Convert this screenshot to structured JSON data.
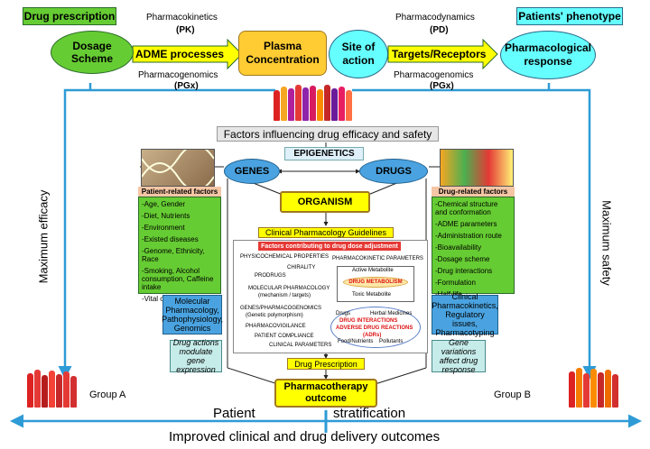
{
  "top": {
    "drug_prescription": "Drug prescription",
    "dosage_scheme": "Dosage Scheme",
    "pk_label": "Pharmacokinetics",
    "pk_abbr": "(PK)",
    "adme": "ADME processes",
    "pgx_label_left": "Pharmacogenomics",
    "pgx_abbr_left": "(PGx)",
    "plasma": "Plasma Concentration",
    "site": "Site of action",
    "pd_label": "Pharmacodynamics",
    "pd_abbr": "(PD)",
    "targets": "Targets/Receptors",
    "pgx_label_right": "Pharmacogenomics",
    "pgx_abbr_right": "(PGx)",
    "patients_phenotype": "Patients' phenotype",
    "response": "Pharmacological response"
  },
  "side": {
    "left": "Maximum efficacy",
    "right": "Maximum safety",
    "group_a": "Group A",
    "group_b": "Group B"
  },
  "center": {
    "factors_title": "Factors influencing drug efficacy and safety",
    "epigenetics": "EPIGENETICS",
    "genes": "GENES",
    "drugs": "DRUGS",
    "organism": "ORGANISM",
    "guidelines": "Clinical Pharmacology Guidelines",
    "dose_title": "Factors contributing to drug dose adjustment",
    "physchem": "PHYSICOCHEMICAL PROPERTIES",
    "pk_params": "PHARMACOKINETIC PARAMETERS",
    "chirality": "CHIRALITY",
    "prodrugs": "PRODRUGS",
    "active_met": "Active Metabolite",
    "drug_metab": "DRUG METABOLISM",
    "toxic_met": "Toxic Metabolite",
    "mol_pharm": "MOLECULAR PHARMACOLOGY",
    "mol_pharm_sub": "(mechanism / targets)",
    "genes_pgx": "GENES/PHARMACOGENOMICS",
    "genes_pgx_sub": "(Genetic polymorphism)",
    "pv": "PHARMACOVIGILANCE",
    "compliance": "PATIENT COMPLIANCE",
    "clin_params": "CLINICAL PARAMETERS",
    "drugs_s": "Drugs",
    "herbal": "Herbal Medicines",
    "interactions": "DRUG INTERACTIONS",
    "adr": "ADVERSE DRUG REACTIONS",
    "adr_abbr": "(ADRs)",
    "food": "Food/Nutrients",
    "pollutants": "Pollutants",
    "drug_prescription": "Drug Prescription",
    "outcome": "Pharmacotherapy outcome"
  },
  "patient": {
    "title": "Patient-related factors",
    "items": [
      "-Age, Gender",
      "-Diet, Nutrients",
      "-Environment",
      "-Existed diseases",
      "-Genome, Ethnicity, Race",
      "-Smoking, Alcohol consumption, Caffeine intake",
      "-Vital organ function"
    ],
    "blue_box": "Molecular Pharmacology, Pathophysiology, Genomics",
    "italic_box": "Drug actions modulate gene expression"
  },
  "drugf": {
    "title": "Drug-related factors",
    "items": [
      "-Chemical structure and conformation",
      "-ADME parameters",
      "-Administration route",
      "-Bioavailability",
      "-Dosage scheme",
      "-Drug interactions",
      "-Formulation",
      "-Half-life"
    ],
    "blue_box": "Clinical Pharmacokinetics, Regulatory issues, Pharmacotyping",
    "italic_box": "Gene variations affect drug response"
  },
  "bottom": {
    "patient": "Patient",
    "stratification": "stratification",
    "improved": "Improved clinical and drug delivery outcomes"
  },
  "colors": {
    "green": "#66cc33",
    "yellow": "#ffff00",
    "cyan": "#66ffff",
    "blue_line": "#2e9bd6",
    "blue_box": "#4aa3e0",
    "teal_box": "#c6ecea"
  }
}
